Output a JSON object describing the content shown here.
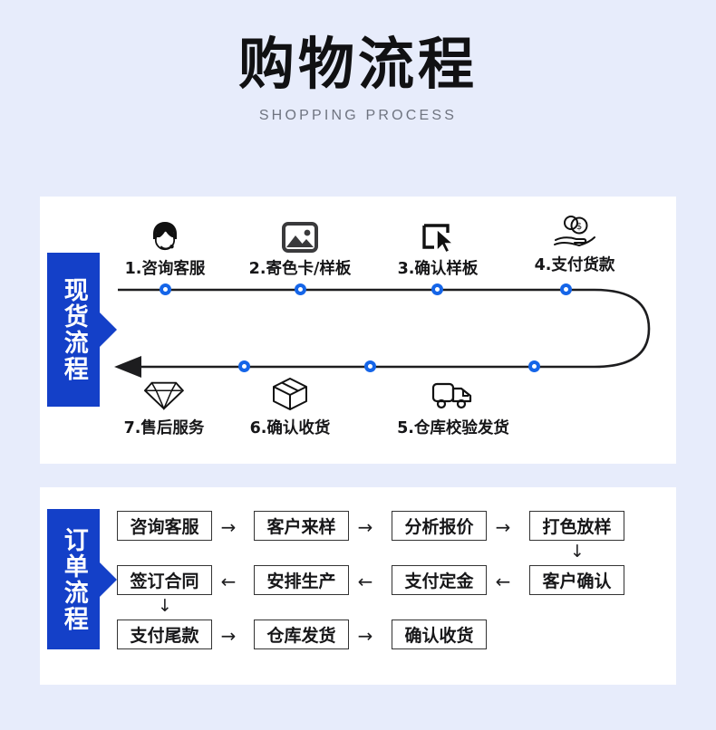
{
  "header": {
    "title": "购物流程",
    "subtitle": "SHOPPING PROCESS"
  },
  "colors": {
    "page_background": "#e7ecfb",
    "card_background": "#ffffff",
    "accent_blue": "#1440c8",
    "dot_blue": "#1565e8",
    "text_dark": "#161618",
    "subtitle_gray": "#6f7480"
  },
  "stock_section": {
    "tab_label": "现货流程",
    "top_row": [
      {
        "label": "1.咨询客服",
        "icon": "customer-service-icon"
      },
      {
        "label": "2.寄色卡/样板",
        "icon": "image-icon"
      },
      {
        "label": "3.确认样板",
        "icon": "cursor-select-icon"
      },
      {
        "label": "4.支付货款",
        "icon": "hand-money-icon"
      }
    ],
    "bottom_row": [
      {
        "label": "7.售后服务",
        "icon": "diamond-icon"
      },
      {
        "label": "6.确认收货",
        "icon": "package-box-icon"
      },
      {
        "label": "5.仓库校验发货",
        "icon": "delivery-truck-icon"
      }
    ]
  },
  "order_section": {
    "tab_label": "订单流程",
    "rows": [
      {
        "boxes": [
          "咨询客服",
          "客户来样",
          "分析报价",
          "打色放样"
        ],
        "connectors": [
          "→",
          "→",
          "→"
        ]
      },
      {
        "boxes": [
          "签订合同",
          "安排生产",
          "支付定金",
          "客户确认"
        ],
        "connectors": [
          "←",
          "←",
          "←"
        ]
      },
      {
        "boxes": [
          "支付尾款",
          "仓库发货",
          "确认收货"
        ],
        "connectors": [
          "→",
          "→"
        ]
      }
    ],
    "vertical_connectors": [
      "↓",
      "↓"
    ]
  }
}
